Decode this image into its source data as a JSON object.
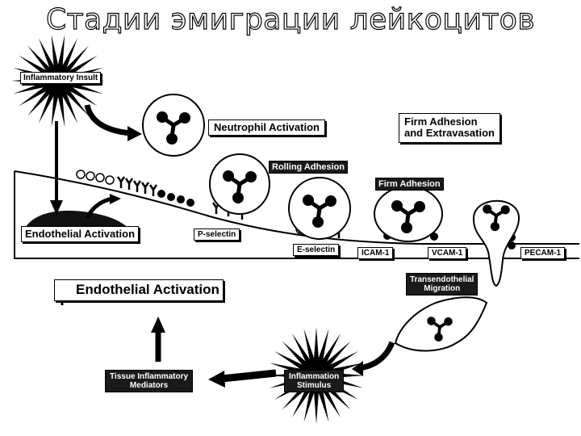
{
  "title": "Стадии эмиграции лейкоцитов",
  "labels": {
    "inflammatory_insult": "Inflammatory Insult",
    "neutrophil_activation": "Neutrophil Activation",
    "firm_adhesion_extravasation": [
      "Firm Adhesion",
      "and Extravasation"
    ],
    "rolling_adhesion": "Rolling Adhesion",
    "firm_adhesion": "Firm Adhesion",
    "endothelial_activation": "Endothelial Activation",
    "p_selectin": "P-selectin",
    "e_selectin": "E-selectin",
    "icam": "ICAM-1",
    "vcam": "VCAM-1",
    "pecam": "PECAM-1",
    "transendothelial_migration": [
      "Transendothelial",
      "Migration"
    ],
    "endothelial_activation_big": "Endothelial Activation",
    "tissue_mediators": [
      "Tissue Inflammatory",
      "Mediators"
    ],
    "inflammation_stimulus": [
      "Inflammation",
      "Stimulus"
    ]
  },
  "colors": {
    "ink": "#000000",
    "paper": "#ffffff",
    "label_dark": "#1a1a1a"
  }
}
